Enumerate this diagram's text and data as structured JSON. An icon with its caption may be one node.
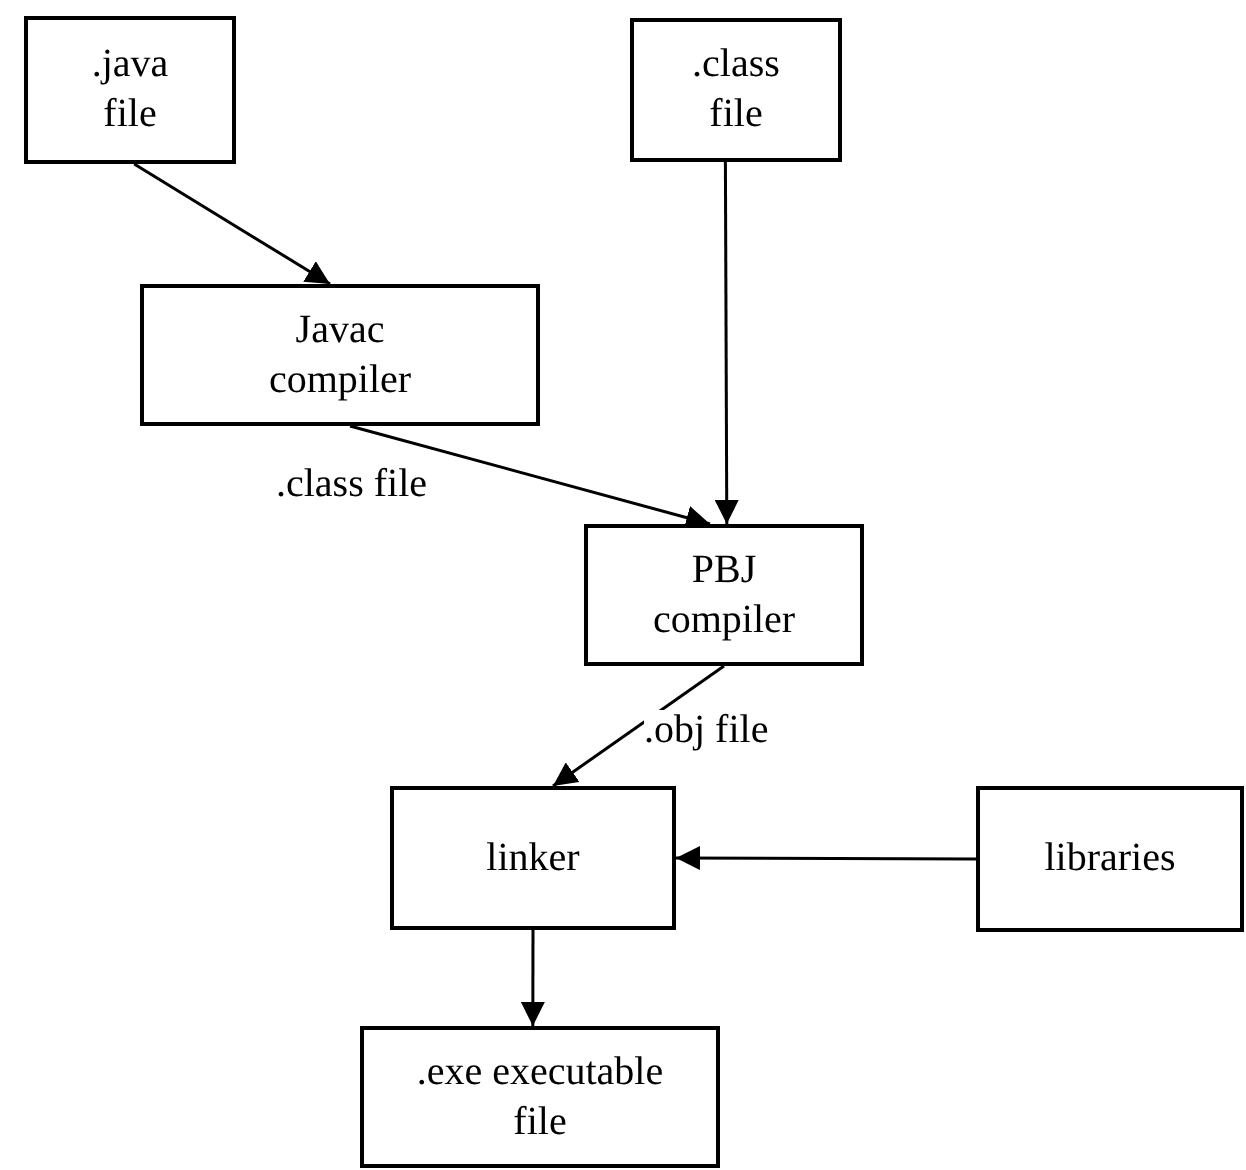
{
  "diagram": {
    "nodes": [
      {
        "text": [
          ".java file"
        ]
      },
      {
        "text": [
          ".class file"
        ]
      },
      {
        "text": [
          "Javac compiler"
        ]
      },
      {
        "text": [
          "PBJ compiler"
        ]
      },
      {
        "text": [
          "linker"
        ]
      },
      {
        "text": [
          "libraries"
        ]
      },
      {
        "text": [
          ".exe executable file"
        ]
      }
    ],
    "edges": [
      {
        "from": 0,
        "to": 2,
        "arrow": "to"
      },
      {
        "from": 1,
        "to": 3,
        "arrow": "to"
      },
      {
        "from": 2,
        "to": 3,
        "arrow": "to",
        "label": ".class file"
      },
      {
        "from": 3,
        "to": 4,
        "arrow": "to",
        "label": ".obj file"
      },
      {
        "from": 5,
        "to": 4,
        "arrow": "to"
      },
      {
        "from": 4,
        "to": 6,
        "arrow": "to"
      }
    ]
  }
}
